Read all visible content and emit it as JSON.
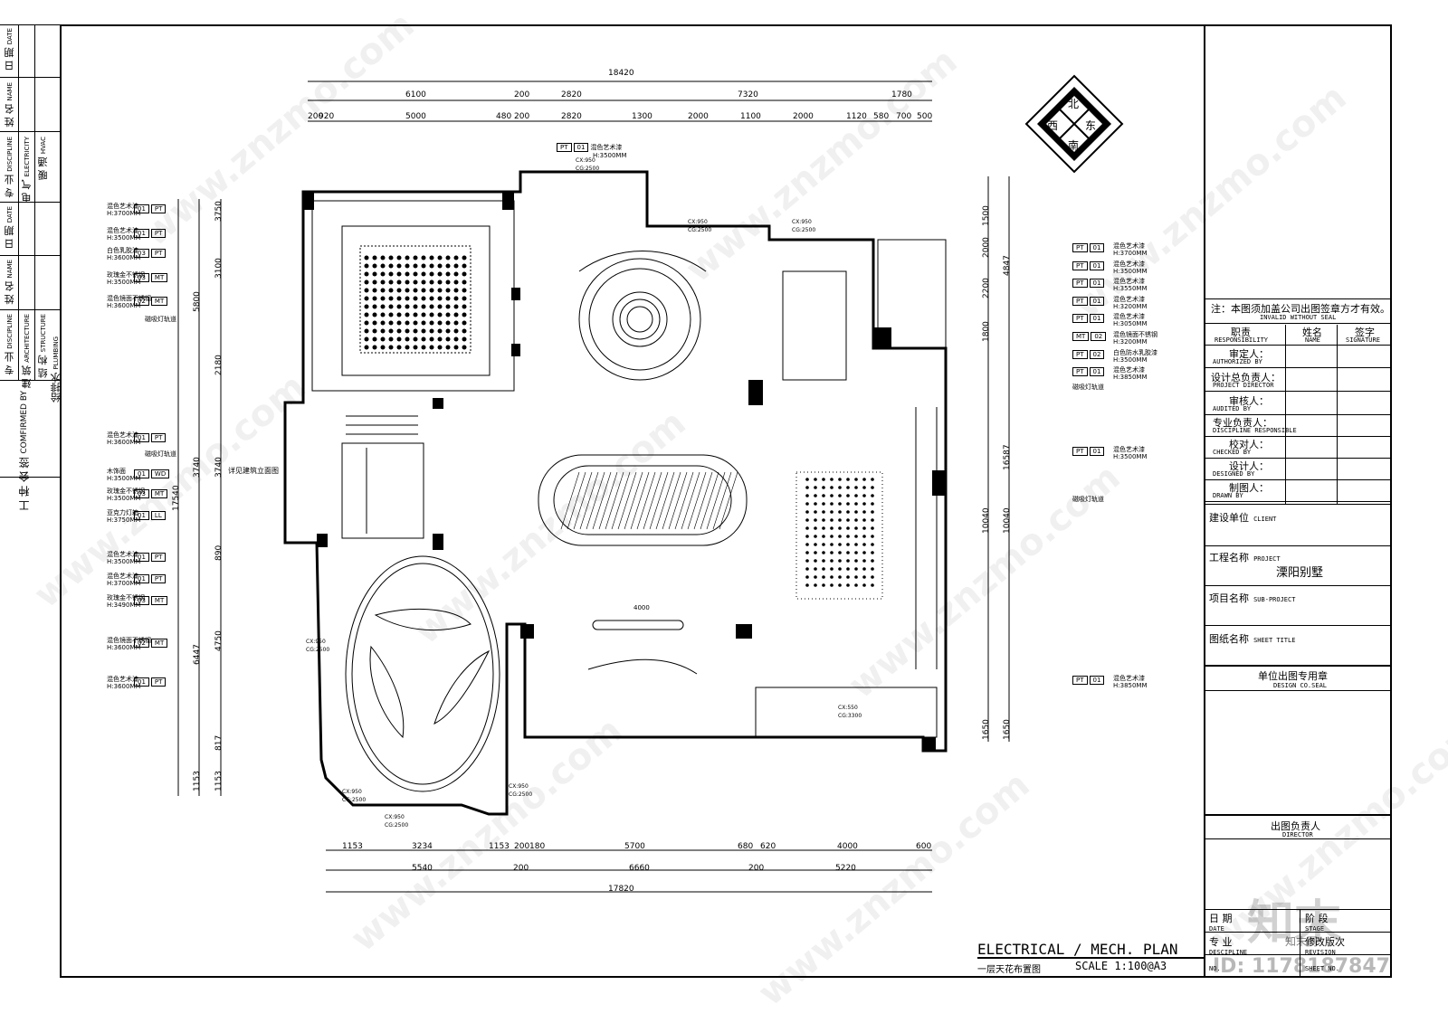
{
  "drawing": {
    "title_en": "ELECTRICAL / MECH. PLAN",
    "title_cn": "一层天花布置图",
    "scale": "SCALE 1:100@A3",
    "dims_top_total": "18420",
    "dims_top_row1": [
      "6100",
      "200",
      "2820",
      "7320",
      "1780"
    ],
    "dims_top_row2": [
      "200",
      "920",
      "5000",
      "480",
      "200",
      "2820",
      "1300",
      "2000",
      "1100",
      "2000",
      "1120",
      "580",
      "700",
      "500"
    ],
    "dims_bottom_row1": [
      "1153",
      "3234",
      "1153",
      "200",
      "180",
      "5700",
      "680",
      "620",
      "4000",
      "600"
    ],
    "dims_bottom_row2": [
      "5540",
      "200",
      "6660",
      "200",
      "5220"
    ],
    "dims_bottom_total": "17820",
    "dims_left": [
      "3750",
      "3100",
      "5800",
      "2180",
      "3740",
      "3740",
      "17540",
      "890",
      "4750",
      "6447",
      "817",
      "1153",
      "1153"
    ],
    "dims_right": [
      "1500",
      "2000",
      "4847",
      "2200",
      "1800",
      "16587",
      "10040",
      "10040",
      "1650",
      "1650"
    ],
    "compass": {
      "north": "北",
      "east": "东",
      "south": "南",
      "west": "西"
    },
    "cx_labels": [
      "CX:950",
      "CG:2500",
      "CX:950",
      "CG:2500",
      "CX:950",
      "CG:2500",
      "CX:950",
      "CG:2500",
      "CX:550",
      "CG:3300",
      "CX:950",
      "CG:2500",
      "CX:950",
      "CG:2500",
      "CX:950",
      "CG:2500"
    ],
    "top_tag": {
      "code": "PT",
      "num": "01",
      "name": "混色艺术漆",
      "h": "H:3500MM"
    },
    "plan_notes": [
      "详见建筑立面图",
      "磁吸灯轨道",
      "磁吸灯轨道",
      "磁吸灯轨道",
      "4000"
    ]
  },
  "left_legend": [
    {
      "name": "混色艺术漆",
      "h": "H:3700MM",
      "num": "01",
      "code": "PT"
    },
    {
      "name": "混色艺术漆",
      "h": "H:3500MM",
      "num": "01",
      "code": "PT"
    },
    {
      "name": "白色乳胶漆",
      "h": "H:3600MM",
      "num": "03",
      "code": "PT"
    },
    {
      "name": "玫瑰金不锈钢",
      "h": "H:3500MM",
      "num": "03",
      "code": "MT"
    },
    {
      "name": "混色镜面不锈钢",
      "h": "H:3600MM",
      "num": "02",
      "code": "MT"
    },
    {
      "name": "磁吸灯轨道",
      "h": "",
      "num": "",
      "code": ""
    },
    {
      "name": "混色艺术漆",
      "h": "H:3600MM",
      "num": "01",
      "code": "PT"
    },
    {
      "name": "磁吸灯轨道",
      "h": "",
      "num": "",
      "code": ""
    },
    {
      "name": "木饰面",
      "h": "H:3500MM",
      "num": "01",
      "code": "WD"
    },
    {
      "name": "玫瑰金不锈钢",
      "h": "H:3500MM",
      "num": "03",
      "code": "MT"
    },
    {
      "name": "亚克力灯箱",
      "h": "H:3750MM",
      "num": "01",
      "code": "LL"
    },
    {
      "name": "混色艺术漆",
      "h": "H:3500MM",
      "num": "01",
      "code": "PT"
    },
    {
      "name": "混色艺术漆",
      "h": "H:3700MM",
      "num": "01",
      "code": "PT"
    },
    {
      "name": "玫瑰金不锈钢",
      "h": "H:3490MM",
      "num": "03",
      "code": "MT"
    },
    {
      "name": "混色镜面不锈钢",
      "h": "H:3600MM",
      "num": "02",
      "code": "MT"
    },
    {
      "name": "混色艺术漆",
      "h": "H:3600MM",
      "num": "01",
      "code": "PT"
    }
  ],
  "right_legend": [
    {
      "code": "PT",
      "num": "01",
      "name": "混色艺术漆",
      "h": "H:3700MM"
    },
    {
      "code": "PT",
      "num": "01",
      "name": "混色艺术漆",
      "h": "H:3500MM"
    },
    {
      "code": "PT",
      "num": "01",
      "name": "混色艺术漆",
      "h": "H:3550MM"
    },
    {
      "code": "PT",
      "num": "01",
      "name": "混色艺术漆",
      "h": "H:3200MM"
    },
    {
      "code": "PT",
      "num": "01",
      "name": "混色艺术漆",
      "h": "H:3050MM"
    },
    {
      "code": "MT",
      "num": "02",
      "name": "混色镜面不锈钢",
      "h": "H:3200MM"
    },
    {
      "code": "PT",
      "num": "02",
      "name": "白色防水乳胶漆",
      "h": "H:3500MM"
    },
    {
      "code": "PT",
      "num": "01",
      "name": "混色艺术漆",
      "h": "H:3850MM"
    },
    {
      "code": "",
      "num": "",
      "name": "磁吸灯轨道",
      "h": ""
    },
    {
      "code": "PT",
      "num": "01",
      "name": "混色艺术漆",
      "h": "H:3500MM"
    },
    {
      "code": "",
      "num": "",
      "name": "磁吸灯轨道",
      "h": ""
    },
    {
      "code": "PT",
      "num": "01",
      "name": "混色艺术漆",
      "h": "H:3850MM"
    }
  ],
  "left_strip": {
    "date1": "日 期",
    "date1_en": "DATE",
    "name1": "姓 名",
    "name1_en": "NAME",
    "disc1": "专 业",
    "disc1_en": "DISCIPLINE",
    "elec": "电 气",
    "elec_en": "ELECTRICITY",
    "hvac": "暖 通",
    "hvac_en": "HVAC",
    "date2": "日 期",
    "date2_en": "DATE",
    "name2": "姓 名",
    "name2_en": "NAME",
    "disc2": "专 业",
    "disc2_en": "DISCIPLINE",
    "arch": "建 筑",
    "arch_en": "ARCHITECTURE",
    "struct": "结 构",
    "struct_en": "STRUCTURE",
    "plumb": "给排水",
    "plumb_en": "PLUMBING",
    "confirm": "工 种 会 签",
    "confirm_en": "COMFIRMED BY"
  },
  "title_block": {
    "note_cn": "注：本图须加盖公司出图签章方才有效。",
    "note_en": "INVALID WITHOUT SEAL",
    "resp_cn": "职责",
    "resp_en": "RESPONSIBILITY",
    "name_cn": "姓名",
    "name_en": "NAME",
    "sign_cn": "签字",
    "sign_en": "SIGNATURE",
    "roles": [
      {
        "cn": "审定人：",
        "en": "AUTHORIZED BY"
      },
      {
        "cn": "设计总负责人：",
        "en": "PROJECT DIRECTOR"
      },
      {
        "cn": "审核人：",
        "en": "AUDITED BY"
      },
      {
        "cn": "专业负责人：",
        "en": "DISCIPLINE RESPONSIBLE"
      },
      {
        "cn": "校对人：",
        "en": "CHECKED BY"
      },
      {
        "cn": "设计人：",
        "en": "DESIGNED BY"
      },
      {
        "cn": "制图人：",
        "en": "DRAWN BY"
      }
    ],
    "client_cn": "建设单位",
    "client_en": "CLIENT",
    "project_cn": "工程名称",
    "project_en": "PROJECT",
    "project_value": "溧阳别墅",
    "subproject_cn": "项目名称",
    "subproject_en": "SUB-PROJECT",
    "sheet_cn": "图纸名称",
    "sheet_en": "SHEET TITLE",
    "seal_cn": "单位出图专用章",
    "seal_en": "DESIGN CO.SEAL",
    "director_cn": "出图负责人",
    "director_en": "DIRECTOR",
    "date_cn": "日 期",
    "date_en": "DATE",
    "stage_cn": "阶 段",
    "stage_en": "STAGE",
    "disc_cn": "专 业",
    "disc_en": "DESCIPLINE",
    "rev_cn": "修改版次",
    "rev_en": "REVISION",
    "no_en": "NO.",
    "sheet_no_en": "SHEET NO."
  },
  "watermark": {
    "site": "www.znzmo.com",
    "brand_cn": "知末网",
    "logo": "知末",
    "id": "ID: 1178187847"
  }
}
